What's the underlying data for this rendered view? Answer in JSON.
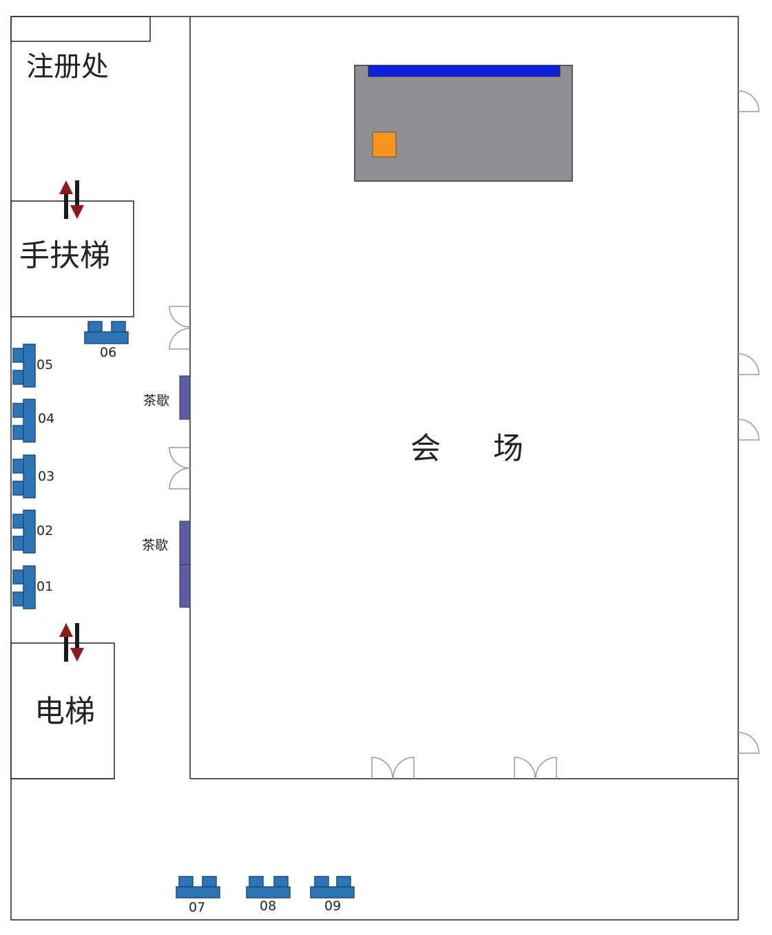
{
  "labels": {
    "registration": "注册处",
    "escalator": "手扶梯",
    "elevator": "电梯",
    "venue_left": "会",
    "venue_right": "场",
    "tea_break_1": "茶歇",
    "tea_break_2": "茶歇"
  },
  "booths": {
    "b01": "01",
    "b02": "02",
    "b03": "03",
    "b04": "04",
    "b05": "05",
    "b06": "06",
    "b07": "07",
    "b08": "08",
    "b09": "09"
  },
  "icons": {
    "arrow": "up-down-arrow-icon",
    "door": "door-icon"
  },
  "colors": {
    "wall": "#222222",
    "booth": "#2E75B6",
    "booth_border": "#1F4E79",
    "stage": "#8E8E93",
    "screen": "#0A1FE0",
    "podium": "#F7941D",
    "tea_table": "#5B5EA6",
    "arrow_up": "#1A1A1A",
    "arrow_down": "#8B1A1A",
    "door": "#999999"
  }
}
